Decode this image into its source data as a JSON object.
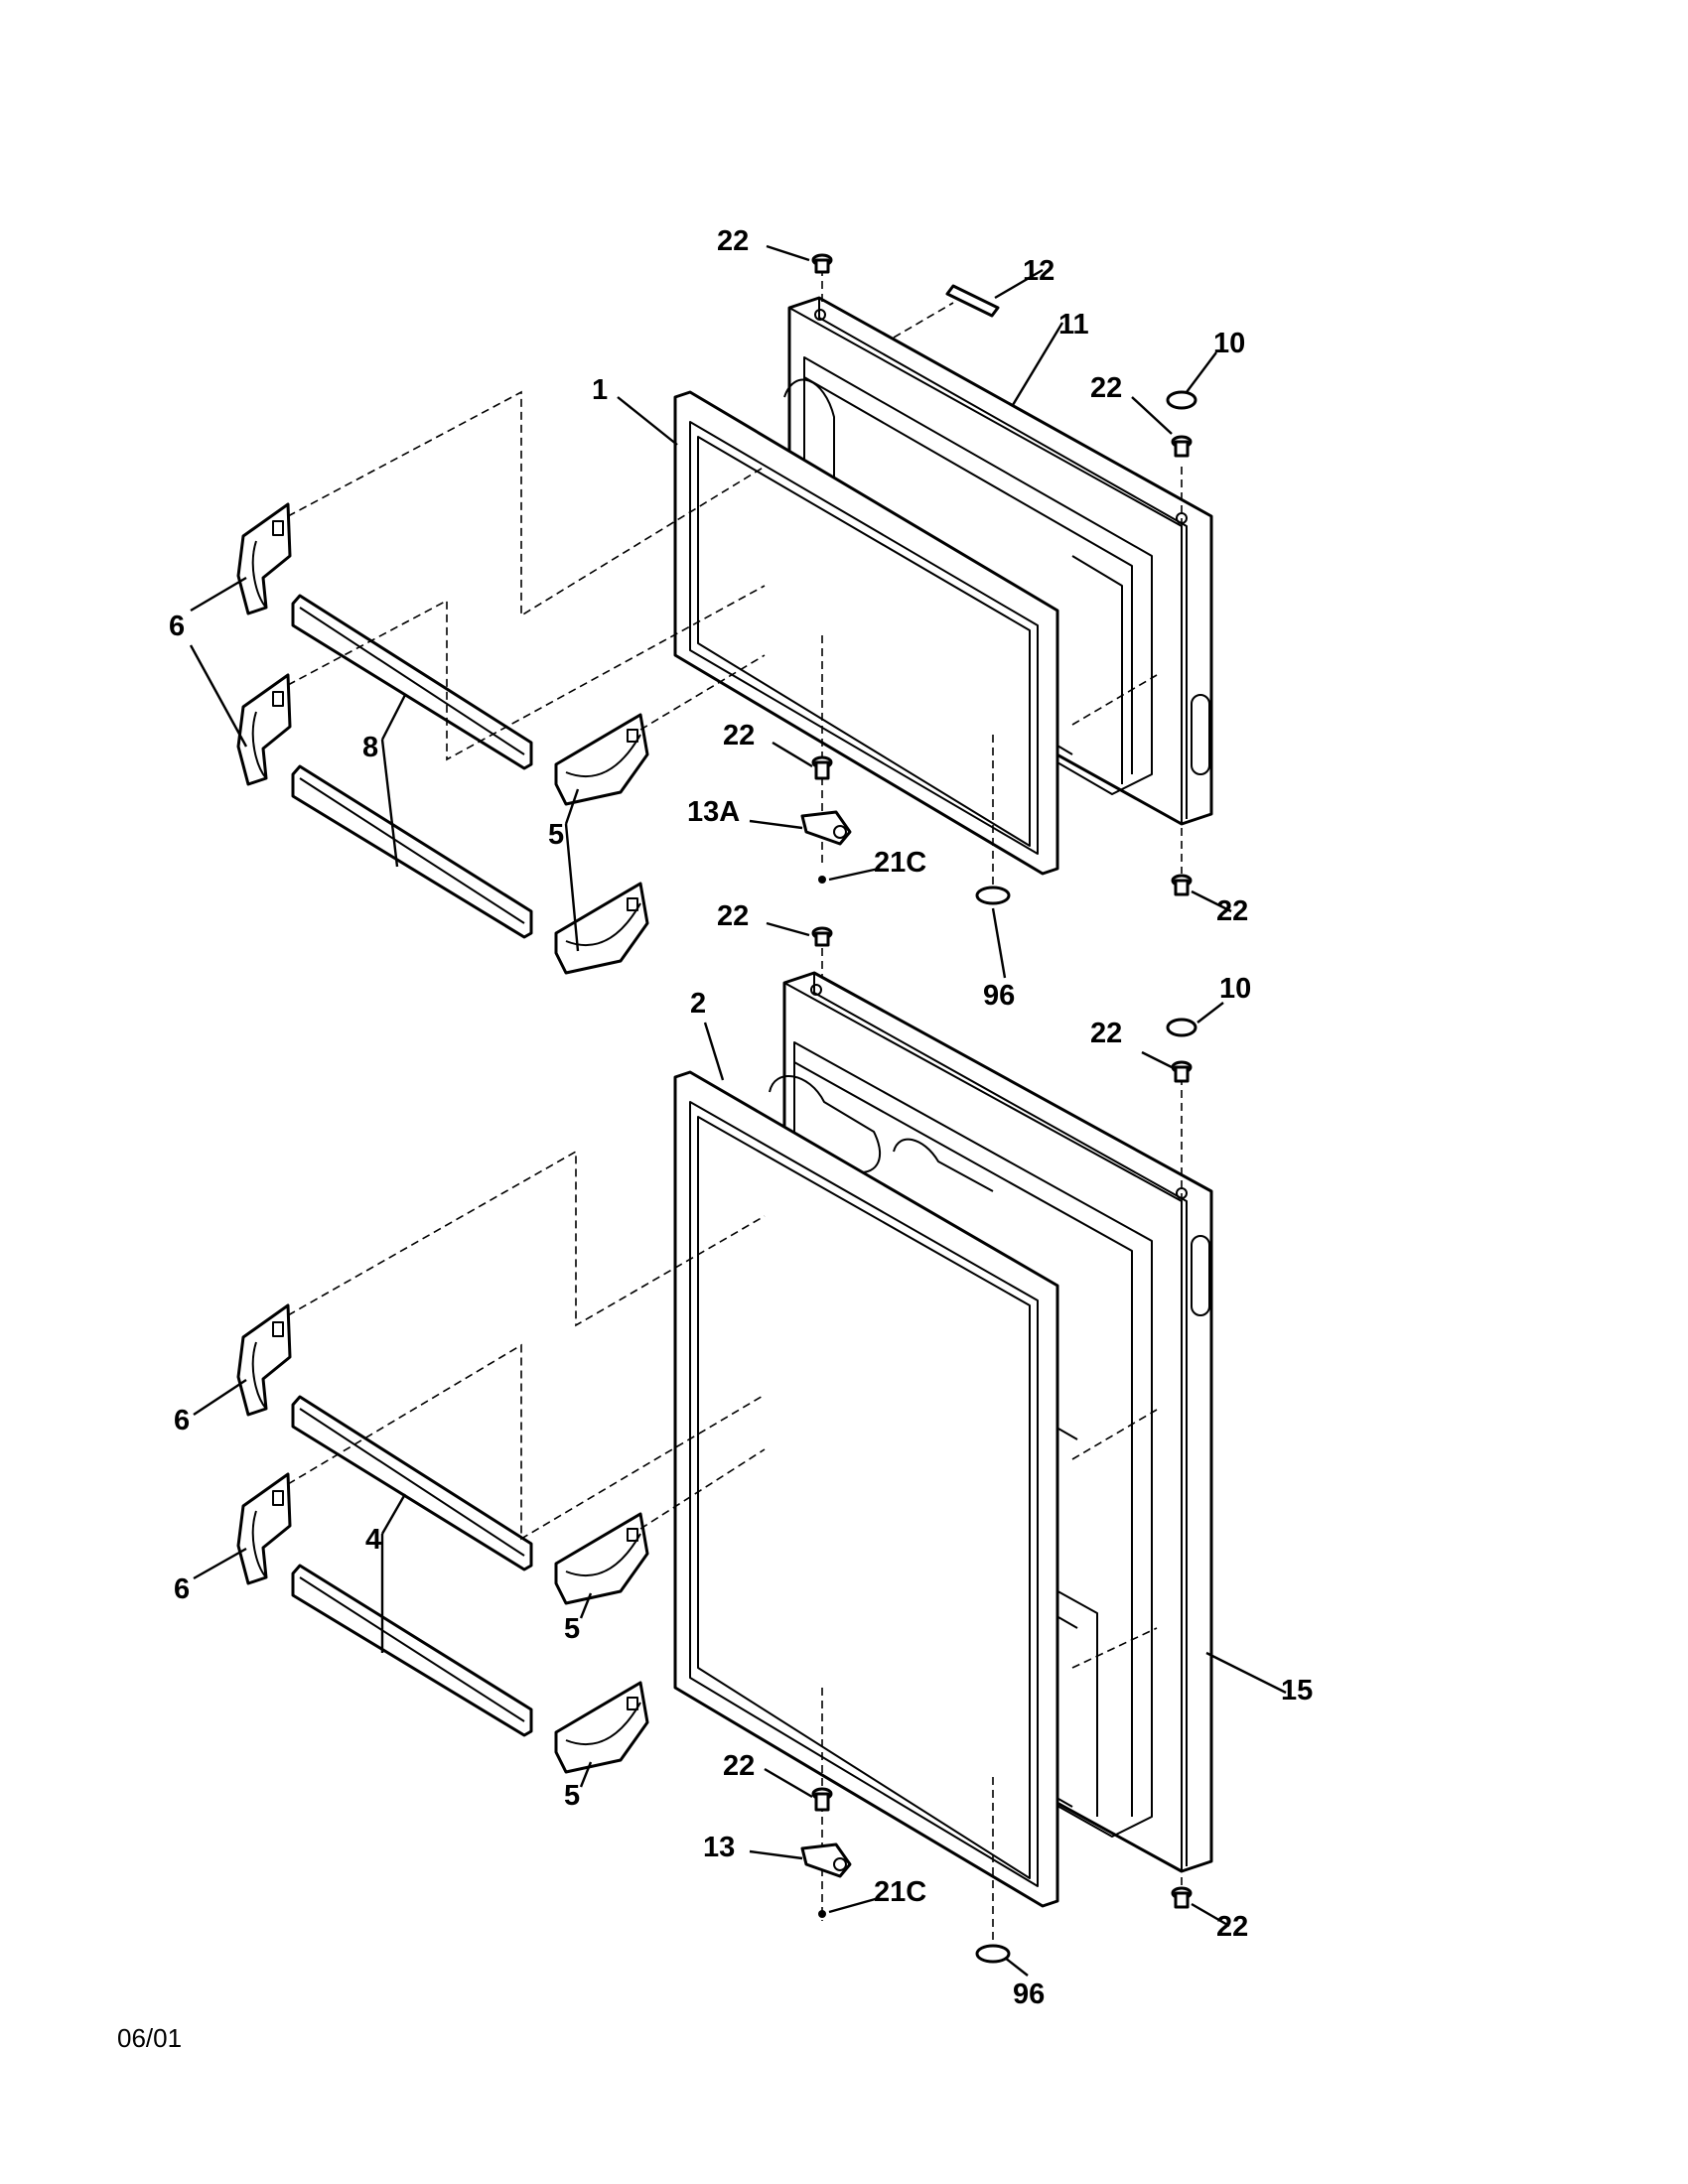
{
  "footer": {
    "date": "06/01"
  },
  "callouts": {
    "c22_top": "22",
    "c12": "12",
    "c11": "11",
    "c10_upper": "10",
    "c22_upper_right": "22",
    "c1": "1",
    "c6_upper_a": "6",
    "c8": "8",
    "c22_upper_hinge": "22",
    "c13A": "13A",
    "c21C_upper": "21C",
    "c5_upper_a": "5",
    "c22_upper_bottom_right": "22",
    "c22_mid": "22",
    "c96_upper": "96",
    "c10_lower": "10",
    "c2": "2",
    "c22_lower_right": "22",
    "c6_lower_a": "6",
    "c4": "4",
    "c6_lower_b": "6",
    "c5_lower_a": "5",
    "c15": "15",
    "c5_lower_b": "5",
    "c22_lower_hinge": "22",
    "c13": "13",
    "c21C_lower": "21C",
    "c22_lower_bottom_right": "22",
    "c96_lower": "96"
  }
}
